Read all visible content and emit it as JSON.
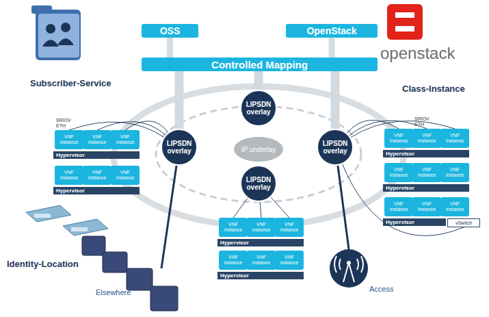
{
  "diagram": {
    "nodes": [
      {
        "text": [
          "OSS"
        ]
      },
      {
        "text": [
          "OpenStack"
        ]
      },
      {
        "text": [
          "Controlled Mapping"
        ]
      },
      {
        "text": [
          "LIPSDN overlay"
        ]
      },
      {
        "text": [
          "LIPSDN overlay"
        ]
      },
      {
        "text": [
          "IP underlay"
        ]
      },
      {
        "text": [
          "LIPSDN overlay"
        ]
      },
      {
        "text": [
          "LIPSDN overlay"
        ]
      },
      {
        "text": [
          "VNF Instance"
        ]
      },
      {
        "text": [
          "VNF Instance"
        ]
      },
      {
        "text": [
          "VNF Instance"
        ]
      },
      {
        "text": [
          "Hypervisor"
        ]
      },
      {
        "text": [
          "VNF Instance"
        ]
      },
      {
        "text": [
          "VNF Instance"
        ]
      },
      {
        "text": [
          "VNF Instance"
        ]
      },
      {
        "text": [
          "Hypervisor"
        ]
      },
      {
        "text": [
          "VNF Instance"
        ]
      },
      {
        "text": [
          "VNF Instance"
        ]
      },
      {
        "text": [
          "VNF Instance"
        ]
      },
      {
        "text": [
          "Hypervisor"
        ]
      },
      {
        "text": [
          "VNF Instance"
        ]
      },
      {
        "text": [
          "VNF Instance"
        ]
      },
      {
        "text": [
          "VNF Instance"
        ]
      },
      {
        "text": [
          "Hypervisor"
        ]
      },
      {
        "text": [
          "VNF Instance"
        ]
      },
      {
        "text": [
          "VNF Instance"
        ]
      },
      {
        "text": [
          "VNF Instance"
        ]
      },
      {
        "text": [
          "Hypervisor"
        ]
      },
      {
        "text": [
          "vSwitch"
        ]
      },
      {
        "text": [
          "VNF Instance"
        ]
      },
      {
        "text": [
          "VNF Instance"
        ]
      },
      {
        "text": [
          "VNF Instance"
        ]
      },
      {
        "text": [
          "Hypervisor"
        ]
      },
      {
        "text": [
          "VNF Instance"
        ]
      },
      {
        "text": [
          "VNF Instance"
        ]
      },
      {
        "text": [
          "VNF Instance"
        ]
      },
      {
        "text": [
          "Hypervisor"
        ]
      }
    ],
    "edges": [
      {
        "from": 0,
        "to": 2,
        "arrow": "none"
      },
      {
        "from": 1,
        "to": 2,
        "arrow": "none"
      },
      {
        "from": 2,
        "to": 4,
        "arrow": "none"
      },
      {
        "from": 2,
        "to": 3,
        "arrow": "none"
      },
      {
        "from": 2,
        "to": 6,
        "arrow": "none"
      },
      {
        "from": 4,
        "to": 8,
        "arrow": "none"
      },
      {
        "from": 4,
        "to": 9,
        "arrow": "none"
      },
      {
        "from": 4,
        "to": 10,
        "arrow": "none"
      },
      {
        "from": 6,
        "to": 16,
        "arrow": "none"
      },
      {
        "from": 6,
        "to": 17,
        "arrow": "none"
      },
      {
        "from": 6,
        "to": 18,
        "arrow": "none"
      },
      {
        "from": 6,
        "to": 28,
        "arrow": "none"
      },
      {
        "from": 7,
        "to": 29,
        "arrow": "none"
      },
      {
        "from": 7,
        "to": 30,
        "arrow": "none"
      },
      {
        "from": 7,
        "to": 31,
        "arrow": "none"
      }
    ],
    "labels": [
      "Subscriber-Service",
      "openstack",
      "Class-Instance",
      "SRIOV ETH",
      "SRIOV ETH",
      "Identity-Location",
      "Elsewhere",
      "Access"
    ]
  }
}
